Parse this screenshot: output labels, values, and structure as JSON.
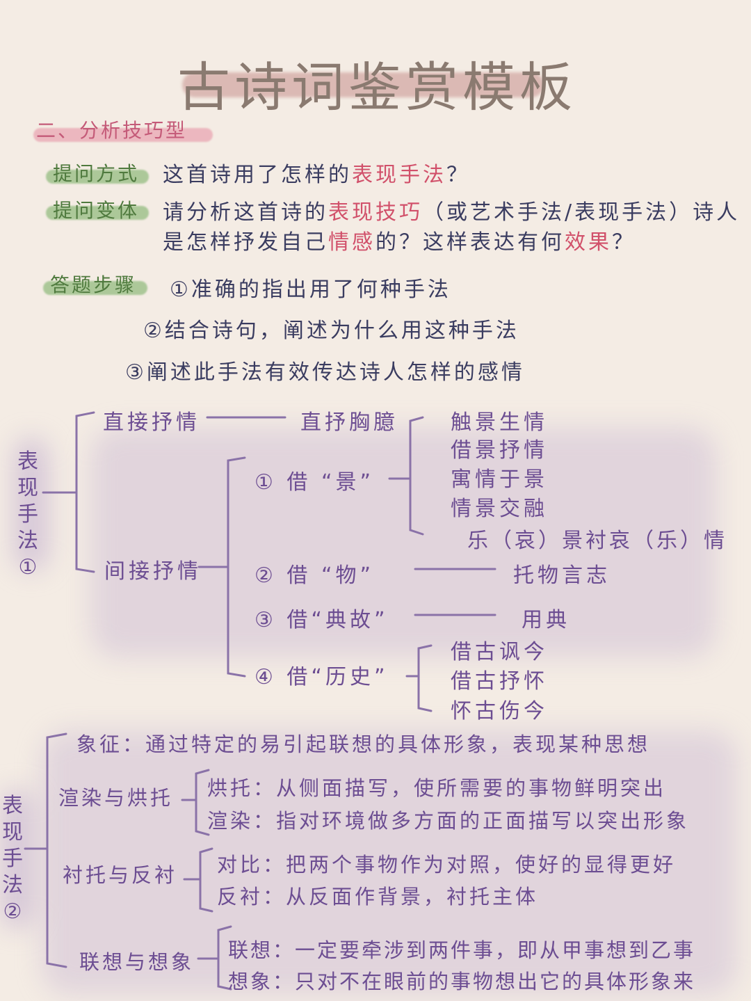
{
  "title": "古诗词鉴赏模板",
  "section": "二、分析技巧型",
  "question": {
    "label": "提问方式",
    "prefix": "这首诗用了怎样的",
    "highlight": "表现手法",
    "suffix": "？"
  },
  "variant": {
    "label": "提问变体",
    "line1_a": "请分析这首诗的",
    "line1_b": "表现技巧",
    "line1_c": "（或艺术手法/表现手法）诗人",
    "line2_a": "是怎样抒发自己",
    "line2_b": "情感",
    "line2_c": "的？这样表达有何",
    "line2_d": "效果",
    "line2_e": "？"
  },
  "steps": {
    "label": "答题步骤",
    "items": [
      "①准确的指出用了何种手法",
      "②结合诗句，阐述为什么用这种手法",
      "③阐述此手法有效传达诗人怎样的感情"
    ]
  },
  "tree1": {
    "root": "表现手法①",
    "direct": "直接抒情",
    "direct_child": "直抒胸臆",
    "indirect": "间接抒情",
    "jing": {
      "label": "① 借 “景”",
      "items": [
        "触景生情",
        "借景抒情",
        "寓情于景",
        "情景交融",
        "乐（哀）景衬哀（乐）情"
      ]
    },
    "wu": {
      "label": "② 借 “物”",
      "child": "托物言志"
    },
    "diangu": {
      "label": "③ 借“典故”",
      "child": "用典"
    },
    "lishi": {
      "label": "④ 借“历史”",
      "items": [
        "借古讽今",
        "借古抒怀",
        "怀古伤今"
      ]
    }
  },
  "tree2": {
    "root": "表现手法②",
    "symbol": "象征：通过特定的易引起联想的具体形象，表现某种思想",
    "g1": {
      "label": "渲染与烘托",
      "items": [
        "烘托：从侧面描写，使所需要的事物鲜明突出",
        "渲染：指对环境做多方面的正面描写以突出形象"
      ]
    },
    "g2": {
      "label": "衬托与反衬",
      "items": [
        "对比：把两个事物作为对照，使好的显得更好",
        "反衬：从反面作背景，衬托主体"
      ]
    },
    "g3": {
      "label": "联想与想象",
      "items": [
        "联想：一定要牵涉到两件事，即从甲事想到乙事",
        "想象：只对不在眼前的事物想出它的具体形象来"
      ]
    }
  },
  "colors": {
    "title": "#8a7a70",
    "section": "#c45a78",
    "label": "#4f7a3e",
    "accent_red": "#d1506a",
    "tree": "#6c4d92"
  }
}
